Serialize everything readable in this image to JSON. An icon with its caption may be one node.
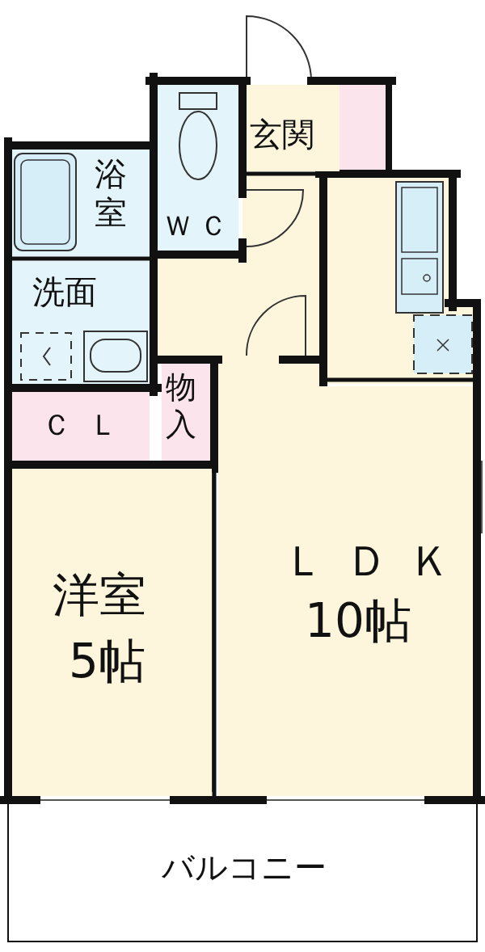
{
  "diagram": {
    "nodes": [
      {
        "text": [
          "玄関"
        ]
      },
      {
        "text": [],
        "shape": "box"
      },
      {
        "text": [
          "ＷＣ"
        ]
      },
      {
        "text": [
          "浴室"
        ]
      },
      {
        "text": [
          "洗面"
        ]
      },
      {
        "text": [
          "ＣＬ"
        ]
      },
      {
        "text": [
          "物入"
        ]
      },
      {
        "text": [
          "ＬＤＫ",
          "10帖"
        ]
      },
      {
        "text": [
          "洋室",
          "5帖"
        ]
      },
      {
        "text": [
          "バルコニー"
        ]
      }
    ]
  }
}
